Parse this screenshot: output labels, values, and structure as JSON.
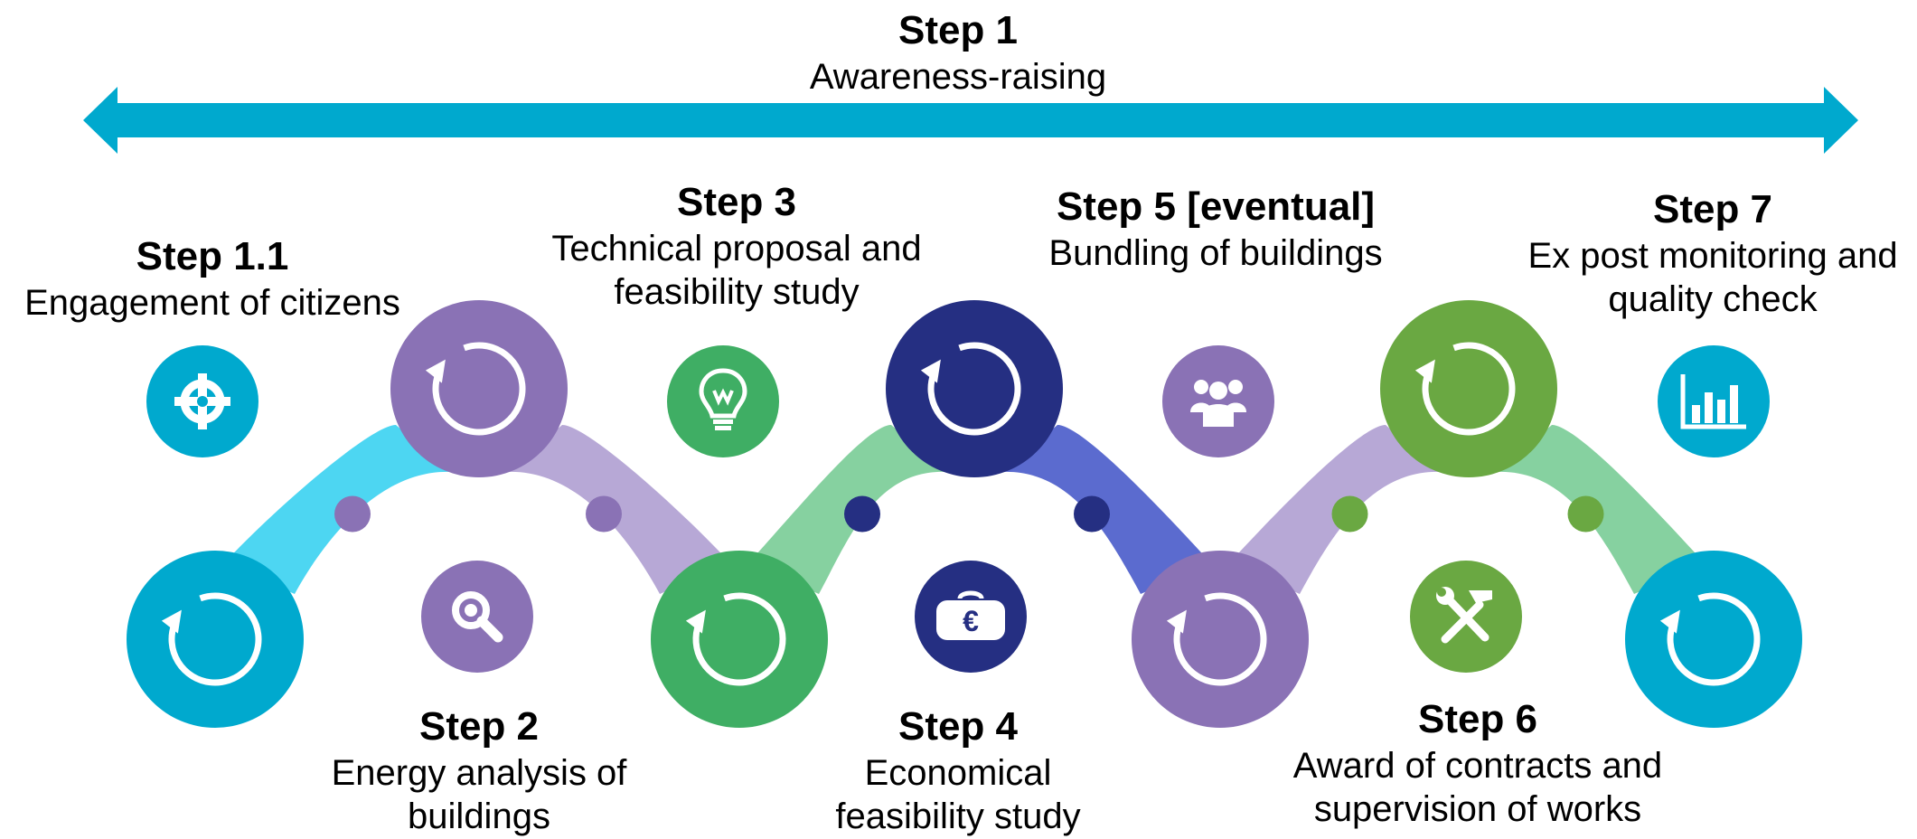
{
  "header": {
    "title": "Step 1",
    "subtitle": "Awareness-raising",
    "arrow_color": "#00A9CE"
  },
  "steps": [
    {
      "id": "1.1",
      "title": "Step 1.1",
      "desc": [
        "Engagement of citizens"
      ],
      "icon": "target-icon",
      "color": "#00A9CE"
    },
    {
      "id": "2",
      "title": "Step 2",
      "desc": [
        "Energy analysis of",
        "buildings"
      ],
      "icon": "magnifier-icon",
      "color": "#8A72B5"
    },
    {
      "id": "3",
      "title": "Step 3",
      "desc": [
        "Technical proposal and",
        "feasibility study"
      ],
      "icon": "lightbulb-icon",
      "color": "#3FAE64"
    },
    {
      "id": "4",
      "title": "Step 4",
      "desc": [
        "Economical",
        "feasibility study"
      ],
      "icon": "euro-bag-icon",
      "color": "#252F82"
    },
    {
      "id": "5",
      "title": "Step 5 [eventual]",
      "desc": [
        "Bundling of buildings"
      ],
      "icon": "group-icon",
      "color": "#8A72B5"
    },
    {
      "id": "6",
      "title": "Step 6",
      "desc": [
        "Award of contracts and",
        "supervision of works"
      ],
      "icon": "tools-icon",
      "color": "#6AA842"
    },
    {
      "id": "7",
      "title": "Step 7",
      "desc": [
        "Ex post monitoring and",
        "quality check"
      ],
      "icon": "bar-chart-icon",
      "color": "#00A9CE"
    }
  ],
  "cycle_nodes": [
    {
      "color": "#00A9CE",
      "icon": "cycle-arrow-icon"
    },
    {
      "color": "#8A72B5",
      "icon": "cycle-arrow-icon"
    },
    {
      "color": "#3FAE64",
      "icon": "cycle-arrow-icon"
    },
    {
      "color": "#252F82",
      "icon": "cycle-arrow-icon"
    },
    {
      "color": "#8A72B5",
      "icon": "cycle-arrow-icon"
    },
    {
      "color": "#6AA842",
      "icon": "cycle-arrow-icon"
    },
    {
      "color": "#00A9CE",
      "icon": "cycle-arrow-icon"
    }
  ],
  "connectors": [
    {
      "color": "#4DD6F2"
    },
    {
      "color": "#B7A8D6"
    },
    {
      "color": "#86D1A0"
    },
    {
      "color": "#5B6BCF"
    },
    {
      "color": "#B7A8D6"
    },
    {
      "color": "#86D1A0"
    }
  ]
}
